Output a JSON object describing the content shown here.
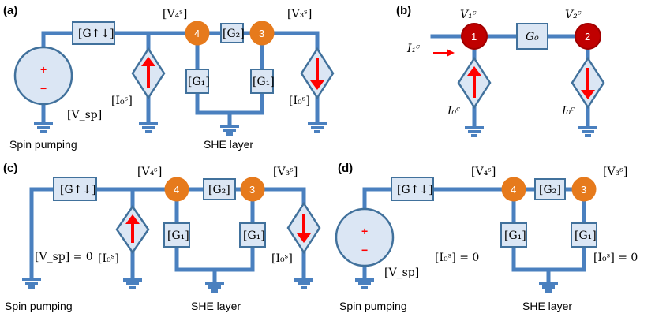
{
  "panels": {
    "a": {
      "tag": "(a)",
      "g_updown": "[G↑↓]",
      "g2": "[G₂]",
      "g1_left": "[G₁]",
      "g1_right": "[G₁]",
      "v4": "[V₄ˢ]",
      "v3": "[V₃ˢ]",
      "vsp": "[V_sp]",
      "i0_left": "[I₀ˢ]",
      "i0_right": "[I₀ˢ]",
      "node4": "4",
      "node3": "3",
      "plus": "+",
      "minus": "−",
      "caption_left": "Spin pumping",
      "caption_right": "SHE layer"
    },
    "b": {
      "tag": "(b)",
      "v1": "V₁ᶜ",
      "v2": "V₂ᶜ",
      "i1": "I₁ᶜ",
      "g0": "G₀",
      "i0_left": "I₀ᶜ",
      "i0_right": "I₀ᶜ",
      "node1": "1",
      "node2": "2"
    },
    "c": {
      "tag": "(c)",
      "g_updown": "[G↑↓]",
      "g2": "[G₂]",
      "g1_left": "[G₁]",
      "g1_right": "[G₁]",
      "v4": "[V₄ˢ]",
      "v3": "[V₃ˢ]",
      "vsp_zero": "[V_sp] = 0",
      "i0_left": "[I₀ˢ]",
      "i0_right": "[I₀ˢ]",
      "node4": "4",
      "node3": "3",
      "caption_left": "Spin pumping",
      "caption_right": "SHE layer"
    },
    "d": {
      "tag": "(d)",
      "g_updown": "[G↑↓]",
      "g2": "[G₂]",
      "g1_left": "[G₁]",
      "g1_right": "[G₁]",
      "v4": "[V₄ˢ]",
      "v3": "[V₃ˢ]",
      "vsp": "[V_sp]",
      "i0_left_zero": "[I₀ˢ] = 0",
      "i0_right_zero": "[I₀ˢ] = 0",
      "node4": "4",
      "node3": "3",
      "plus": "+",
      "minus": "−",
      "caption_left": "Spin pumping",
      "caption_right": "SHE layer"
    }
  },
  "colors": {
    "wire": "#4a80bf",
    "box_fill": "#dbe6f4",
    "node_orange": "#e67a1c",
    "node_red": "#c00000",
    "arrow_red": "#ff0000"
  }
}
